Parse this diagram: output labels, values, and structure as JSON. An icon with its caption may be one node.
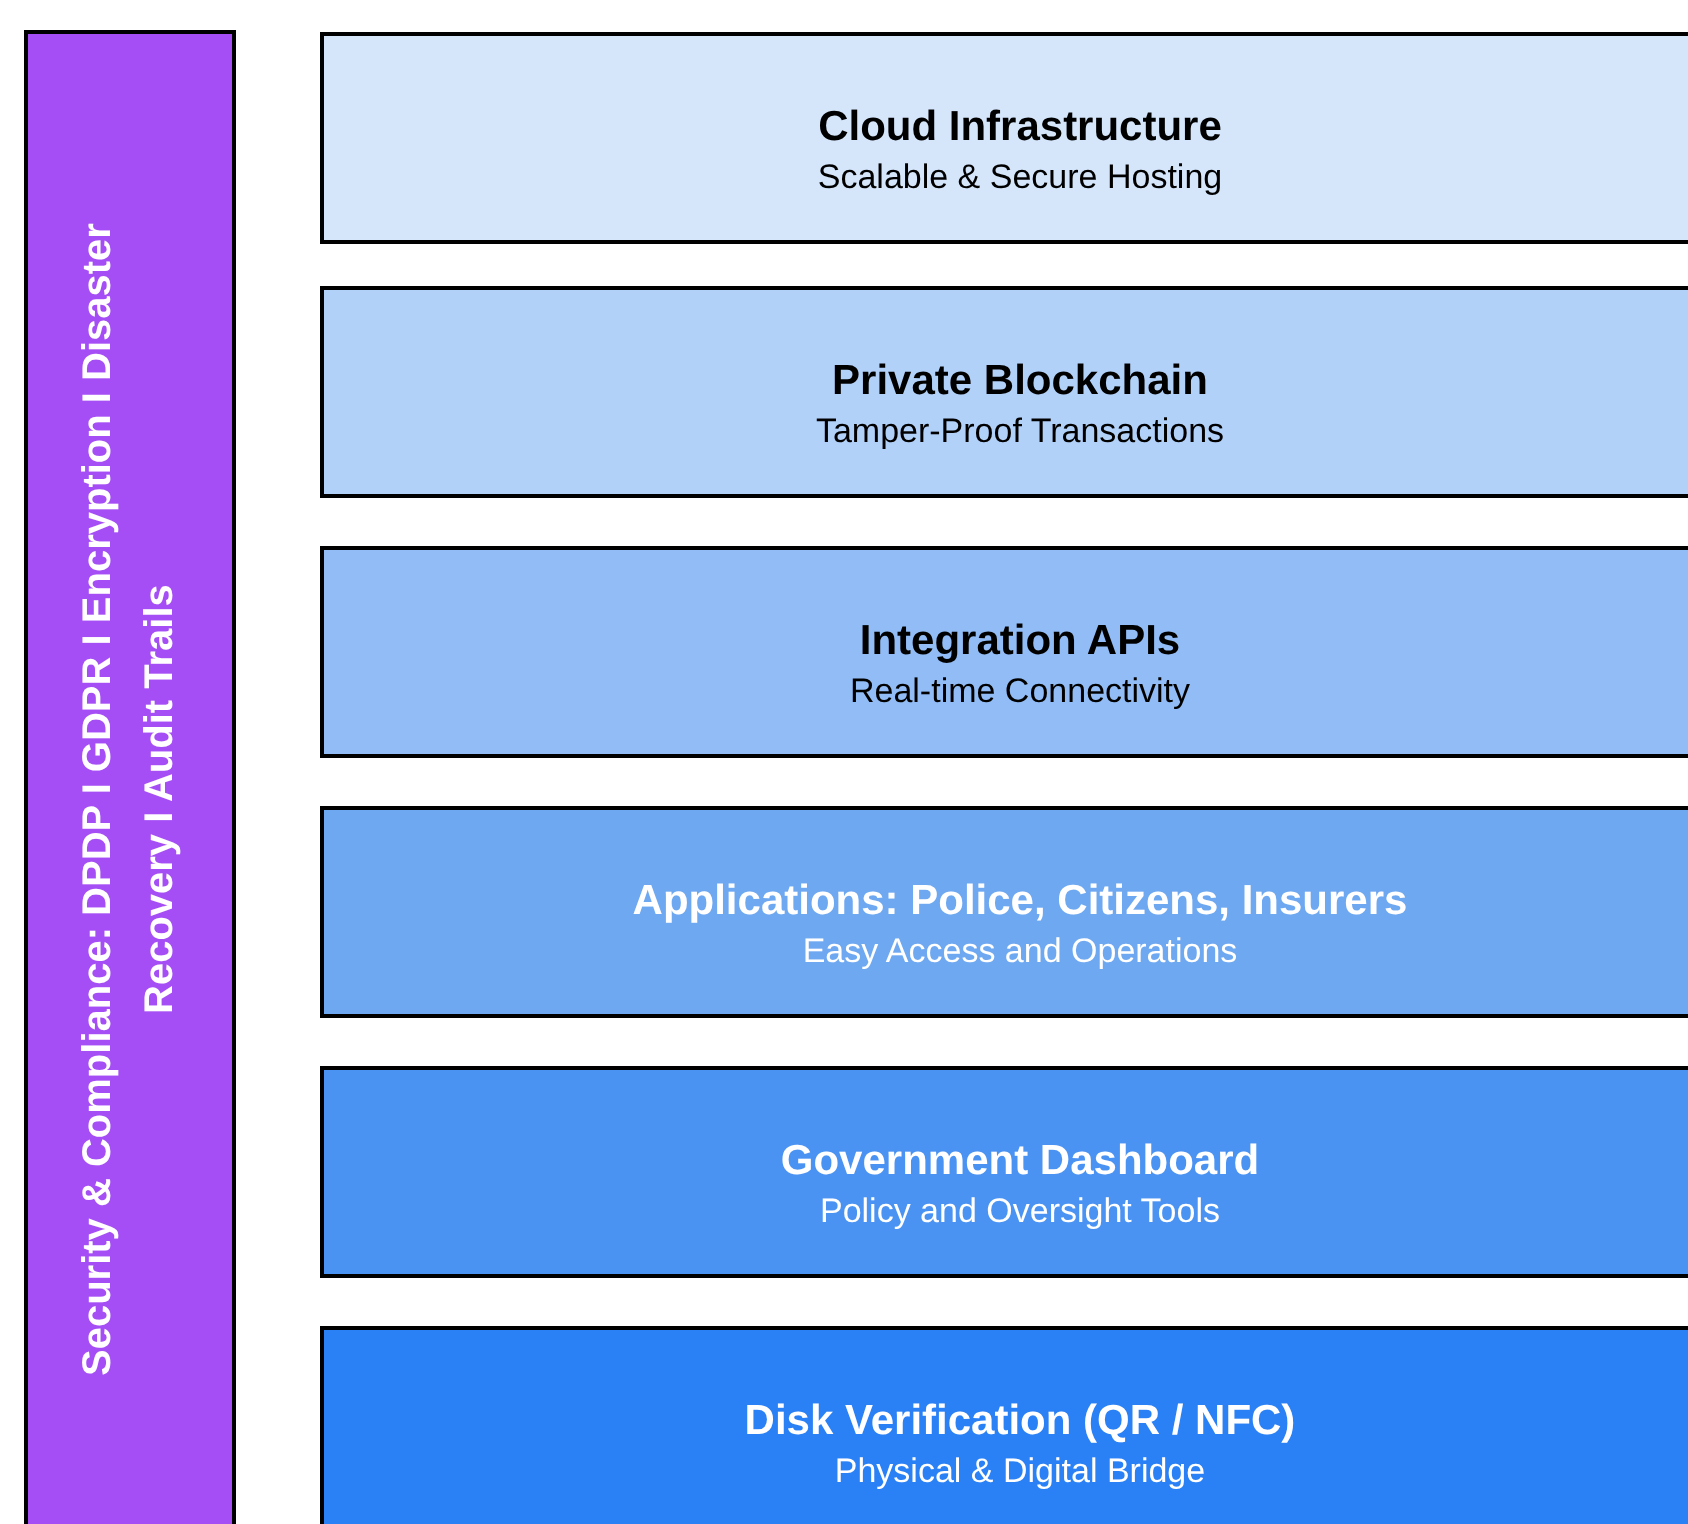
{
  "diagram": {
    "nodes": [
      {
        "text": [
          "Security & Compliance: DPDP I GDPR I Encryption I Disaster Recovery I Audit Trails"
        ]
      },
      {
        "text": [
          "Cloud Infrastructure",
          "Scalable & Secure Hosting"
        ]
      },
      {
        "text": [
          "Private Blockchain",
          "Tamper-Proof Transactions"
        ]
      },
      {
        "text": [
          "Integration APIs",
          "Real-time Connectivity"
        ]
      },
      {
        "text": [
          "Applications: Police, Citizens, Insurers",
          "Easy Access and Operations"
        ]
      },
      {
        "text": [
          "Government Dashboard",
          "Policy and Oversight Tools"
        ]
      },
      {
        "text": [
          "Disk Verification (QR / NFC)",
          "Physical & Digital Bridge"
        ]
      }
    ]
  }
}
